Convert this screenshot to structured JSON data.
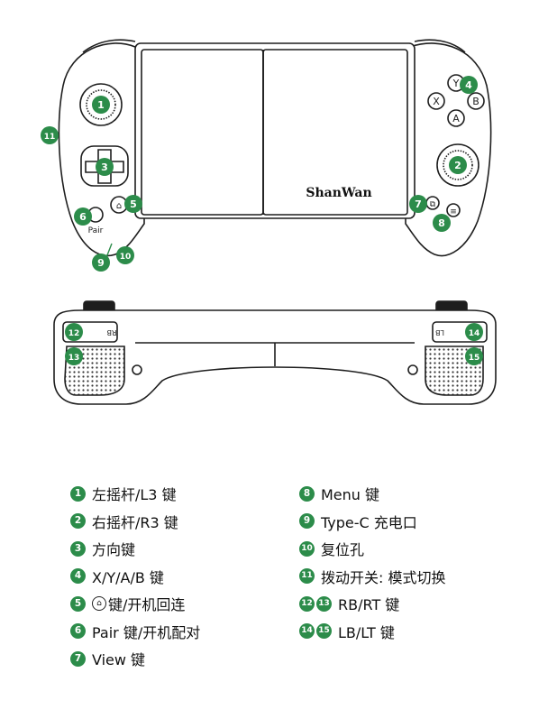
{
  "colors": {
    "badge": "#2c8c4a",
    "outline": "#1e1e1e",
    "shell": "#ffffff"
  },
  "device": {
    "brand": "ShanWan",
    "pair_label": "Pair",
    "face_buttons": {
      "y": "Y",
      "x": "X",
      "b": "B",
      "a": "A"
    },
    "home_icon": "home-icon",
    "shoulder_left": "RB",
    "shoulder_right": "LB"
  },
  "callouts": {
    "n1": "1",
    "n2": "2",
    "n3": "3",
    "n4": "4",
    "n5": "5",
    "n6": "6",
    "n7": "7",
    "n8": "8",
    "n9": "9",
    "n10": "10",
    "n11": "11",
    "n12": "12",
    "n13": "13",
    "n14": "14",
    "n15": "15"
  },
  "legend": {
    "left": [
      {
        "num": "1",
        "label": "左摇杆/L3 键"
      },
      {
        "num": "2",
        "label": "右摇杆/R3 键"
      },
      {
        "num": "3",
        "label": "方向键"
      },
      {
        "num": "4",
        "label": "X/Y/A/B 键"
      },
      {
        "num": "5",
        "label": "键/开机回连"
      },
      {
        "num": "6",
        "label": "Pair 键/开机配对"
      },
      {
        "num": "7",
        "label": "View 键"
      }
    ],
    "right": [
      {
        "num": "8",
        "label": "Menu 键"
      },
      {
        "num": "9",
        "label": "Type-C 充电口"
      },
      {
        "num": "10",
        "label": "复位孔"
      },
      {
        "num": "11",
        "label": "拨动开关: 模式切换"
      },
      {
        "num": "12",
        "num2": "13",
        "label": "RB/RT 键"
      },
      {
        "num": "14",
        "num2": "15",
        "label": "LB/LT 键"
      }
    ]
  }
}
